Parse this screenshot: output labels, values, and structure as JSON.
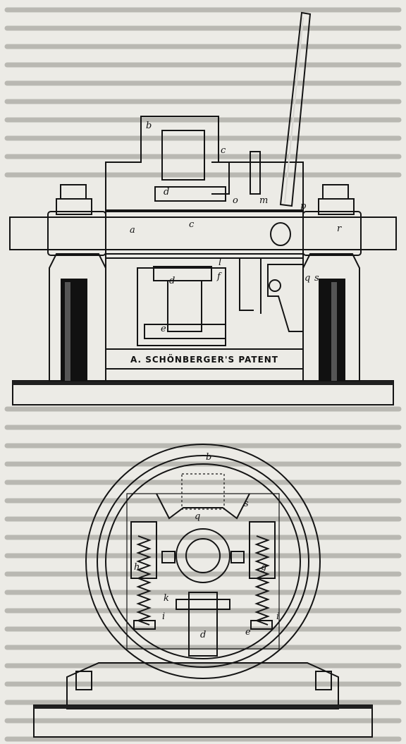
{
  "engraving": {
    "plate_text": "A. SCHÖNBERGER'S PATENT",
    "labels": {
      "side_b": "b",
      "side_c_top": "c",
      "side_d_top": "d",
      "side_o": "o",
      "side_m": "m",
      "side_p": "p",
      "side_a": "a",
      "side_e_shaft": "c",
      "side_r": "r",
      "side_l": "l",
      "side_f": "f",
      "side_d_low": "d",
      "side_e_low": "e",
      "side_q": "q",
      "side_s": "s",
      "front_b": "b",
      "front_q": "q",
      "front_s": "s",
      "front_h": "h",
      "front_g": "g",
      "front_k": "k",
      "front_i_left": "i",
      "front_i_right": "i",
      "front_d": "d",
      "front_e": "e"
    }
  }
}
